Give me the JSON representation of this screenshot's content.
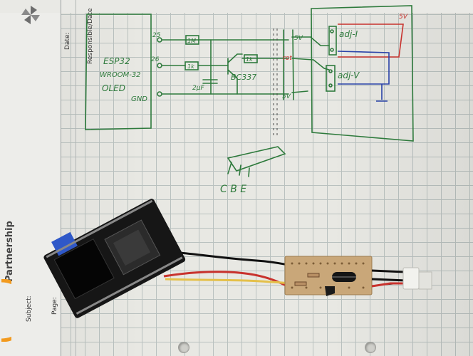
{
  "form": {
    "brand_text": "Partnership",
    "field_subject": "Subject:",
    "field_page": "Page:",
    "field_date": "Date:",
    "field_responsible": "Responsible/Date"
  },
  "schematic": {
    "module_label_1": "ESP32",
    "module_label_2": "WROOM-32",
    "module_label_3": "OLED",
    "pin_25": "25",
    "pin_26": "26",
    "pin_gnd": "GND",
    "resistor_1": "1M",
    "resistor_2": "1k",
    "resistor_3": "1k",
    "capacitor": "2µF",
    "transistor": "BC337",
    "supply_5v_top": "5V",
    "rail_rot": "rot",
    "supply_5v_bottom": "5V",
    "adj_i": "adj-I",
    "adj_v": "adj-V",
    "supply_5v_red": "5V",
    "pinout_label": "C B E"
  },
  "colors": {
    "ink_green": "#2e7a3c",
    "ink_red": "#c8322d",
    "ink_blue": "#2a43a8",
    "paper": "#e8e8e3",
    "grid": "#b9c1bf",
    "pcb": "#c9a779",
    "oled_blue": "#2f58c8",
    "board_black": "#161616",
    "logo_orange": "#f29a1e"
  }
}
